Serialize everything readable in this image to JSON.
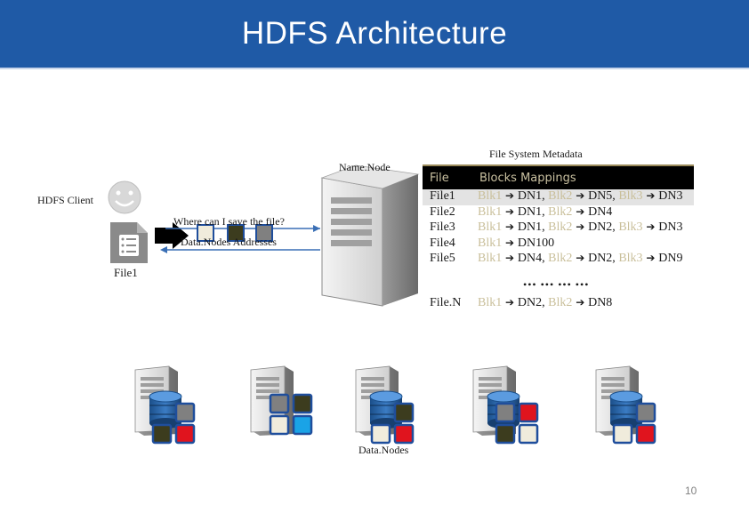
{
  "title": "HDFS Architecture",
  "labels": {
    "file_system_metadata": "File System Metadata",
    "name_node": "Name.Node",
    "hdfs_client": "HDFS Client",
    "file1": "File1",
    "question": "Where can I save the file?",
    "answer": "Data.Nodes Addresses",
    "data_nodes": "Data.Nodes",
    "page_number": "10"
  },
  "table": {
    "header_file": "File",
    "header_blocks": "Blocks Mappings",
    "rows": [
      {
        "file": "File1",
        "mappings": [
          {
            "blk": "Blk1",
            "dn": "DN1"
          },
          {
            "blk": "Blk2",
            "dn": "DN5"
          },
          {
            "blk": "Blk3",
            "dn": "DN3"
          }
        ]
      },
      {
        "file": "File2",
        "mappings": [
          {
            "blk": "Blk1",
            "dn": "DN1"
          },
          {
            "blk": "Blk2",
            "dn": "DN4"
          }
        ]
      },
      {
        "file": "File3",
        "mappings": [
          {
            "blk": "Blk1",
            "dn": "DN1"
          },
          {
            "blk": "Blk2",
            "dn": "DN2"
          },
          {
            "blk": "Blk3",
            "dn": "DN3"
          }
        ]
      },
      {
        "file": "File4",
        "mappings": [
          {
            "blk": "Blk1",
            "dn": "DN100"
          }
        ]
      },
      {
        "file": "File5",
        "mappings": [
          {
            "blk": "Blk1",
            "dn": "DN4"
          },
          {
            "blk": "Blk2",
            "dn": "DN2"
          },
          {
            "blk": "Blk3",
            "dn": "DN9"
          }
        ]
      }
    ],
    "ellipsis": "••• ••• ••• •••",
    "last_row": {
      "file": "File.N",
      "mappings": [
        {
          "blk": "Blk1",
          "dn": "DN2"
        },
        {
          "blk": "Blk2",
          "dn": "DN8"
        }
      ]
    }
  },
  "colors": {
    "header_bg": "#1f5aa6",
    "block_gray": "#808080",
    "block_olive": "#3c3c1e",
    "block_cream": "#f0ecdc",
    "block_red": "#e0141e",
    "block_blue": "#1aa3e6",
    "block_border": "#1f4e9c",
    "blk_label": "#c9bf9a"
  },
  "icons": {
    "client": "smiley-face-icon",
    "file": "document-icon",
    "name_node": "server-icon",
    "data_node": "server-database-icon"
  },
  "data_node_blocks": [
    [
      "gray",
      "olive",
      "red"
    ],
    [
      "gray",
      "olive",
      "cream",
      "blue"
    ],
    [
      "olive",
      "cream",
      "red"
    ],
    [
      "gray",
      "red",
      "olive",
      "cream"
    ],
    [
      "gray",
      "cream",
      "red"
    ]
  ]
}
